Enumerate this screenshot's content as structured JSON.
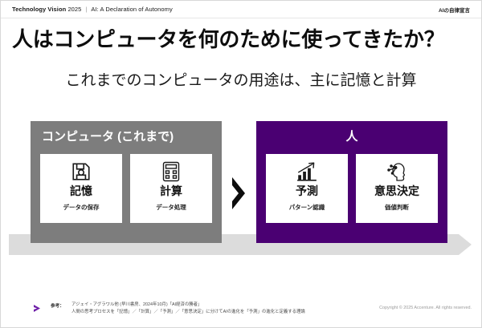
{
  "header": {
    "brand_bold": "Technology Vision",
    "brand_year": "2025",
    "separator": "|",
    "brand_tagline": "AI: A Declaration of Autonomy",
    "right_label": "AIの自律宣言"
  },
  "title": "人はコンピュータを何のために使ってきたか？",
  "subtitle": "これまでのコンピュータの用途は、主に記憶と計算",
  "arrow_between": "chevron-right",
  "panels": [
    {
      "id": "computer",
      "title": "コンピュータ (これまで)",
      "color": "#7d7d7d",
      "cards": [
        {
          "icon": "floppy-disk-icon",
          "label": "記憶",
          "sub": "データの保存"
        },
        {
          "icon": "calculator-icon",
          "label": "計算",
          "sub": "データ処理"
        }
      ]
    },
    {
      "id": "human",
      "title": "人",
      "color": "#4a0072",
      "cards": [
        {
          "icon": "bar-chart-trend-icon",
          "label": "予測",
          "sub": "パターン認識"
        },
        {
          "icon": "ai-head-icon",
          "label": "意思決定",
          "sub": "価値判断"
        }
      ]
    }
  ],
  "footer": {
    "marker": "chevron-right-icon",
    "label": "参考：",
    "line1": "アジェイ・アグラワル他 (早川書房、2024年10月)「AI経済の勝者」",
    "line2": "人間の思考プロセスを「記憶」／「計算」／「予測」／「意思決定」に分けてAIの進化を「予測」の進化と定義する理論",
    "copyright": "Copyright © 2025 Accenture. All rights reserved."
  },
  "colors": {
    "accent_purple": "#4a0072",
    "gray_panel": "#7d7d7d",
    "band_gray": "#dcdcdc"
  }
}
